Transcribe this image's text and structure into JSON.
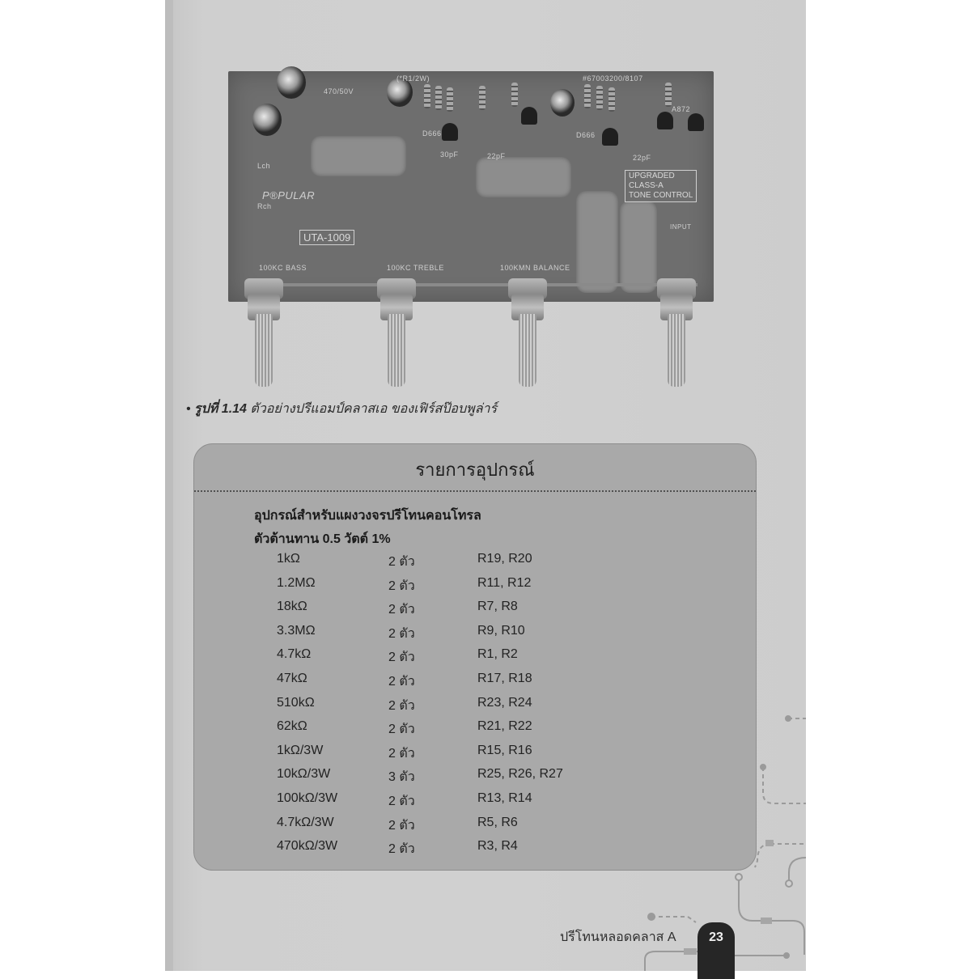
{
  "figure": {
    "pcb_labels": {
      "model": "UTA-1009",
      "brand": "P®PULAR",
      "badge_line1": "UPGRADED",
      "badge_line2": "CLASS-A",
      "badge_line3": "TONE CONTROL",
      "part_no": "#67003200/8107",
      "r_note": "(*R1/2W)",
      "pot_bass": "100KC BASS",
      "pot_treble": "100KC TREBLE",
      "pot_balance": "100KMN BALANCE",
      "cap_470": "470/50V",
      "cap_30p": "30pF",
      "cap_22p": "22pF",
      "transistor_d": "D666",
      "transistor_a": "A872",
      "lch": "Lch",
      "rch": "Rch",
      "input": "INPUT"
    },
    "caption_prefix": "รูปที่ 1.14",
    "caption_text": "ตัวอย่างปรีแอมป์คลาสเอ ของเฟิร์สป๊อบพูล่าร์"
  },
  "parts_list": {
    "title": "รายการอุปกรณ์",
    "section_title": "อุปกรณ์สำหรับแผงวงจรปรีโทนคอนโทรล",
    "subsection_title": "ตัวต้านทาน 0.5 วัตต์ 1%",
    "rows": [
      {
        "value": "1kΩ",
        "qty": "2  ตัว",
        "refs": "R19, R20"
      },
      {
        "value": "1.2MΩ",
        "qty": "2  ตัว",
        "refs": "R11, R12"
      },
      {
        "value": "18kΩ",
        "qty": "2  ตัว",
        "refs": "R7, R8"
      },
      {
        "value": "3.3MΩ",
        "qty": "2  ตัว",
        "refs": "R9, R10"
      },
      {
        "value": "4.7kΩ",
        "qty": "2  ตัว",
        "refs": "R1, R2"
      },
      {
        "value": "47kΩ",
        "qty": "2  ตัว",
        "refs": "R17, R18"
      },
      {
        "value": "510kΩ",
        "qty": "2  ตัว",
        "refs": "R23, R24"
      },
      {
        "value": "62kΩ",
        "qty": "2  ตัว",
        "refs": "R21, R22"
      },
      {
        "value": "1kΩ/3W",
        "qty": "2  ตัว",
        "refs": "R15, R16"
      },
      {
        "value": "10kΩ/3W",
        "qty": "3  ตัว",
        "refs": "R25, R26, R27"
      },
      {
        "value": "100kΩ/3W",
        "qty": "2  ตัว",
        "refs": "R13, R14"
      },
      {
        "value": "4.7kΩ/3W",
        "qty": "2  ตัว",
        "refs": "R5, R6"
      },
      {
        "value": "470kΩ/3W",
        "qty": "2  ตัว",
        "refs": "R3, R4"
      }
    ]
  },
  "footer": {
    "chapter_title": "ปรีโทนหลอดคลาส A",
    "page_number": "23"
  },
  "colors": {
    "page_bg": "#d0d0d0",
    "panel_bg": "#a9a9a9",
    "badge_bg": "#262626"
  }
}
